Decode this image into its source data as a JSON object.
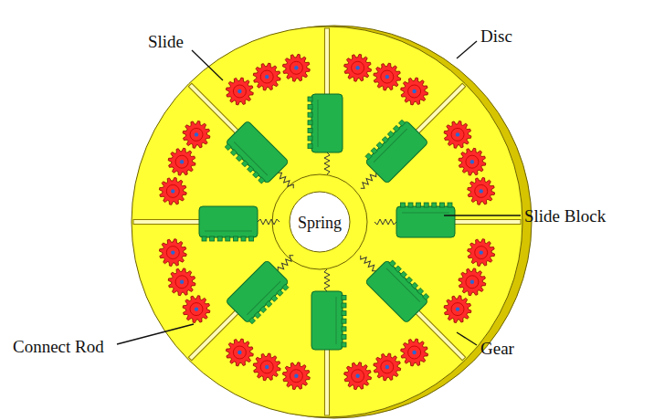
{
  "diagram": {
    "labels": [
      "Slide",
      "Disc",
      "Spring",
      "Slide Block",
      "Connect Rod",
      "Gear"
    ]
  }
}
